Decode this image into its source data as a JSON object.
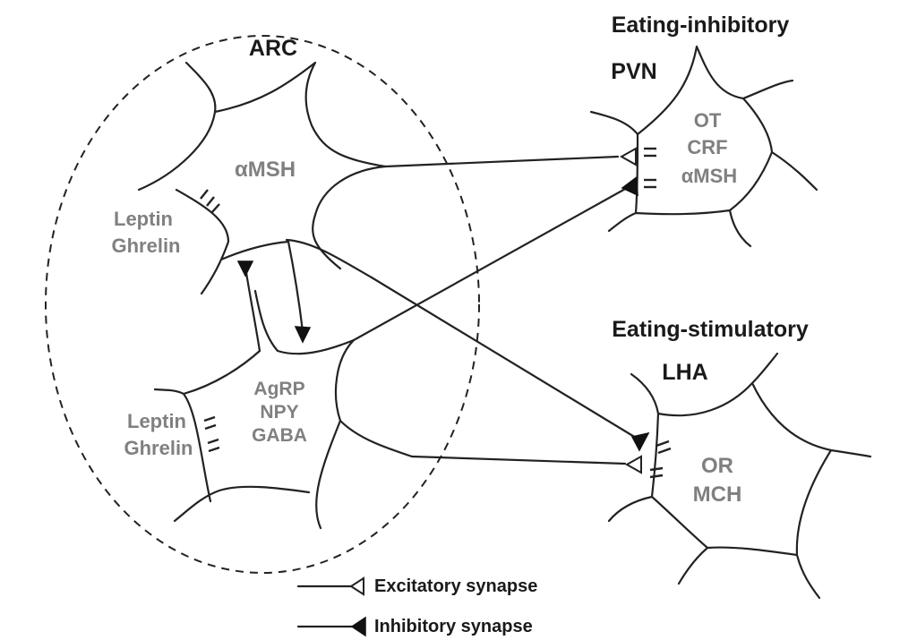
{
  "regions": {
    "arc": "ARC",
    "eating_inhibitory": "Eating-inhibitory",
    "pvn": "PVN",
    "eating_stimulatory": "Eating-stimulatory",
    "lha": "LHA"
  },
  "neurons": {
    "arc_top": {
      "label": "αMSH",
      "inputs": [
        "Leptin",
        "Ghrelin"
      ]
    },
    "arc_bottom": {
      "lines": [
        "AgRP",
        "NPY",
        "GABA"
      ],
      "inputs": [
        "Leptin",
        "Ghrelin"
      ]
    },
    "pvn": {
      "lines": [
        "OT",
        "CRF",
        "αMSH"
      ]
    },
    "lha": {
      "lines": [
        "OR",
        "MCH"
      ]
    }
  },
  "legend": {
    "excitatory": "Excitatory synapse",
    "inhibitory": "Inhibitory synapse"
  },
  "colors": {
    "line": "#222222",
    "dark_text": "#1a1a1a",
    "grey_text": "#808080"
  }
}
